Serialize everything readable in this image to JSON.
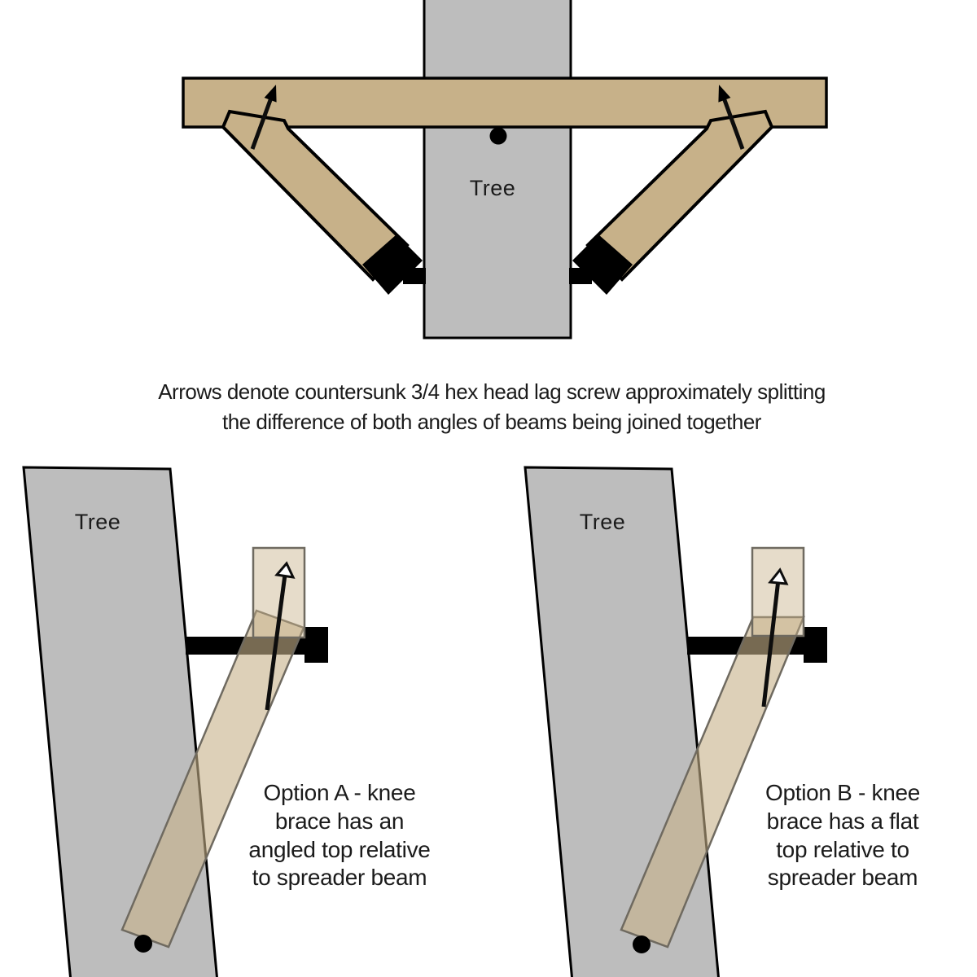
{
  "colors": {
    "wood_tan": "#C7B189",
    "tree_gray": "#BDBDBD",
    "ink": "#000000",
    "soft_stroke": "#6F6A60",
    "text": "#1B1B1B",
    "white": "#FFFFFF"
  },
  "top_diagram": {
    "tree_label": "Tree"
  },
  "caption": {
    "line1": "Arrows denote countersunk 3/4 hex head lag screw approximately splitting",
    "line2": "the difference of both angles of beams being joined together"
  },
  "option_a": {
    "tree_label": "Tree",
    "lines": [
      "Option A - knee",
      "brace has an",
      "angled top relative",
      "to spreader beam"
    ]
  },
  "option_b": {
    "tree_label": "Tree",
    "lines": [
      "Option B - knee",
      "brace has a flat",
      "top relative to",
      "spreader beam"
    ]
  }
}
